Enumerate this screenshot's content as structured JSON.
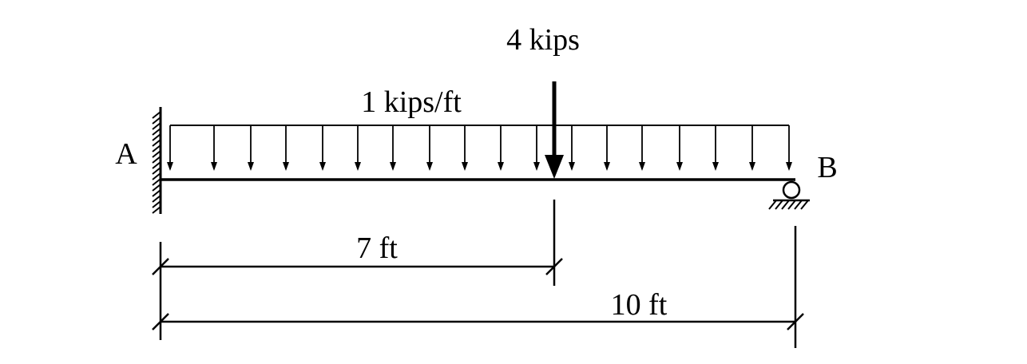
{
  "labels": {
    "point_load": "4 kips",
    "distributed_load": "1 kips/ft",
    "support_a": "A",
    "support_b": "B",
    "dim_short": "7 ft",
    "dim_long": "10 ft"
  },
  "beam": {
    "length_ft": 10,
    "left_support": "fixed",
    "right_support": "roller",
    "distributed_load_kips_per_ft": 1,
    "point_load_kips": 4,
    "point_load_position_ft": 7
  },
  "colors": {
    "line": "#000000",
    "background": "#ffffff"
  }
}
